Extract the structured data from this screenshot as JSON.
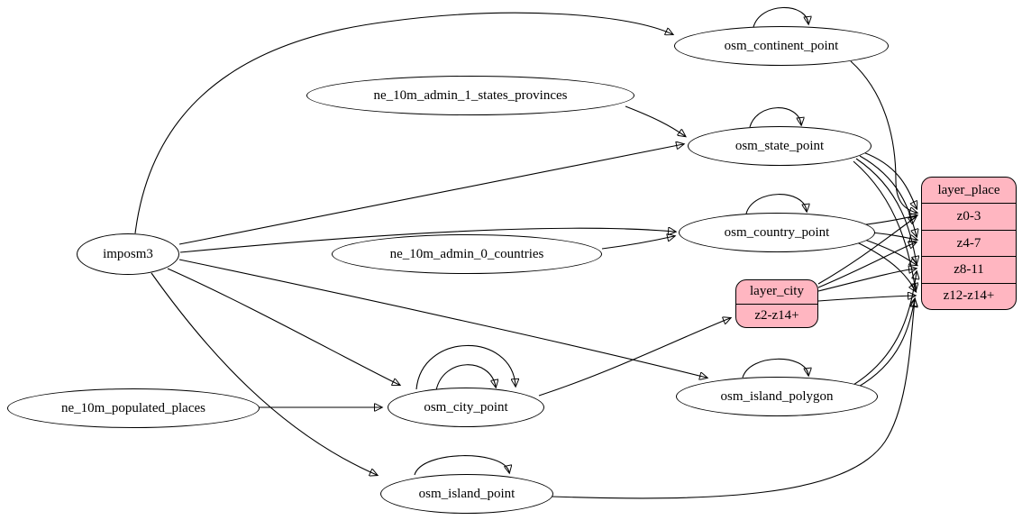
{
  "diagram": {
    "type": "graphviz-etl-dependency-graph",
    "background": "#ffffff",
    "colors": {
      "node_fill": "#ffffff",
      "record_fill": "#ffb6c1",
      "stroke": "#000000",
      "text": "#000000"
    },
    "nodes": {
      "imposm3": {
        "label": "imposm3",
        "shape": "ellipse"
      },
      "ne_10m_admin_1_states_provinces": {
        "label": "ne_10m_admin_1_states_provinces",
        "shape": "ellipse"
      },
      "ne_10m_admin_0_countries": {
        "label": "ne_10m_admin_0_countries",
        "shape": "ellipse"
      },
      "ne_10m_populated_places": {
        "label": "ne_10m_populated_places",
        "shape": "ellipse"
      },
      "osm_continent_point": {
        "label": "osm_continent_point",
        "shape": "ellipse"
      },
      "osm_state_point": {
        "label": "osm_state_point",
        "shape": "ellipse"
      },
      "osm_country_point": {
        "label": "osm_country_point",
        "shape": "ellipse"
      },
      "osm_city_point": {
        "label": "osm_city_point",
        "shape": "ellipse"
      },
      "osm_island_polygon": {
        "label": "osm_island_polygon",
        "shape": "ellipse"
      },
      "osm_island_point": {
        "label": "osm_island_point",
        "shape": "ellipse"
      },
      "layer_city": {
        "title": "layer_city",
        "rows": [
          "z2-z14+"
        ],
        "shape": "record",
        "fill": "#ffb6c1"
      },
      "layer_place": {
        "title": "layer_place",
        "rows": [
          "z0-3",
          "z4-7",
          "z8-11",
          "z12-z14+"
        ],
        "shape": "record",
        "fill": "#ffb6c1"
      }
    },
    "edges": [
      {
        "from": "imposm3",
        "to": "osm_continent_point"
      },
      {
        "from": "imposm3",
        "to": "osm_state_point"
      },
      {
        "from": "imposm3",
        "to": "osm_country_point"
      },
      {
        "from": "imposm3",
        "to": "osm_city_point"
      },
      {
        "from": "imposm3",
        "to": "osm_island_polygon"
      },
      {
        "from": "imposm3",
        "to": "osm_island_point"
      },
      {
        "from": "ne_10m_admin_1_states_provinces",
        "to": "osm_state_point"
      },
      {
        "from": "ne_10m_admin_0_countries",
        "to": "osm_country_point"
      },
      {
        "from": "ne_10m_populated_places",
        "to": "osm_city_point"
      },
      {
        "from": "osm_continent_point",
        "to": "osm_continent_point",
        "type": "self-loop"
      },
      {
        "from": "osm_state_point",
        "to": "osm_state_point",
        "type": "self-loop"
      },
      {
        "from": "osm_country_point",
        "to": "osm_country_point",
        "type": "self-loop"
      },
      {
        "from": "osm_city_point",
        "to": "osm_city_point",
        "type": "self-loop"
      },
      {
        "from": "osm_city_point",
        "to": "osm_city_point",
        "type": "self-loop-2"
      },
      {
        "from": "osm_island_polygon",
        "to": "osm_island_polygon",
        "type": "self-loop"
      },
      {
        "from": "osm_island_point",
        "to": "osm_island_point",
        "type": "self-loop"
      },
      {
        "from": "osm_continent_point",
        "to": "layer_place:z0-3"
      },
      {
        "from": "osm_state_point",
        "to": "layer_place:z0-3"
      },
      {
        "from": "osm_state_point",
        "to": "layer_place:z4-7"
      },
      {
        "from": "osm_state_point",
        "to": "layer_place:z8-11"
      },
      {
        "from": "osm_state_point",
        "to": "layer_place:z12-z14+"
      },
      {
        "from": "osm_country_point",
        "to": "layer_place:z0-3"
      },
      {
        "from": "osm_country_point",
        "to": "layer_place:z4-7"
      },
      {
        "from": "osm_country_point",
        "to": "layer_place:z8-11"
      },
      {
        "from": "osm_country_point",
        "to": "layer_place:z12-z14+"
      },
      {
        "from": "osm_city_point",
        "to": "layer_city:z2-z14+"
      },
      {
        "from": "layer_city",
        "to": "layer_place:z0-3"
      },
      {
        "from": "layer_city",
        "to": "layer_place:z4-7"
      },
      {
        "from": "layer_city",
        "to": "layer_place:z8-11"
      },
      {
        "from": "layer_city",
        "to": "layer_place:z12-z14+"
      },
      {
        "from": "osm_island_polygon",
        "to": "layer_place:z8-11"
      },
      {
        "from": "osm_island_polygon",
        "to": "layer_place:z12-z14+"
      },
      {
        "from": "osm_island_point",
        "to": "layer_place:z12-z14+"
      }
    ]
  }
}
